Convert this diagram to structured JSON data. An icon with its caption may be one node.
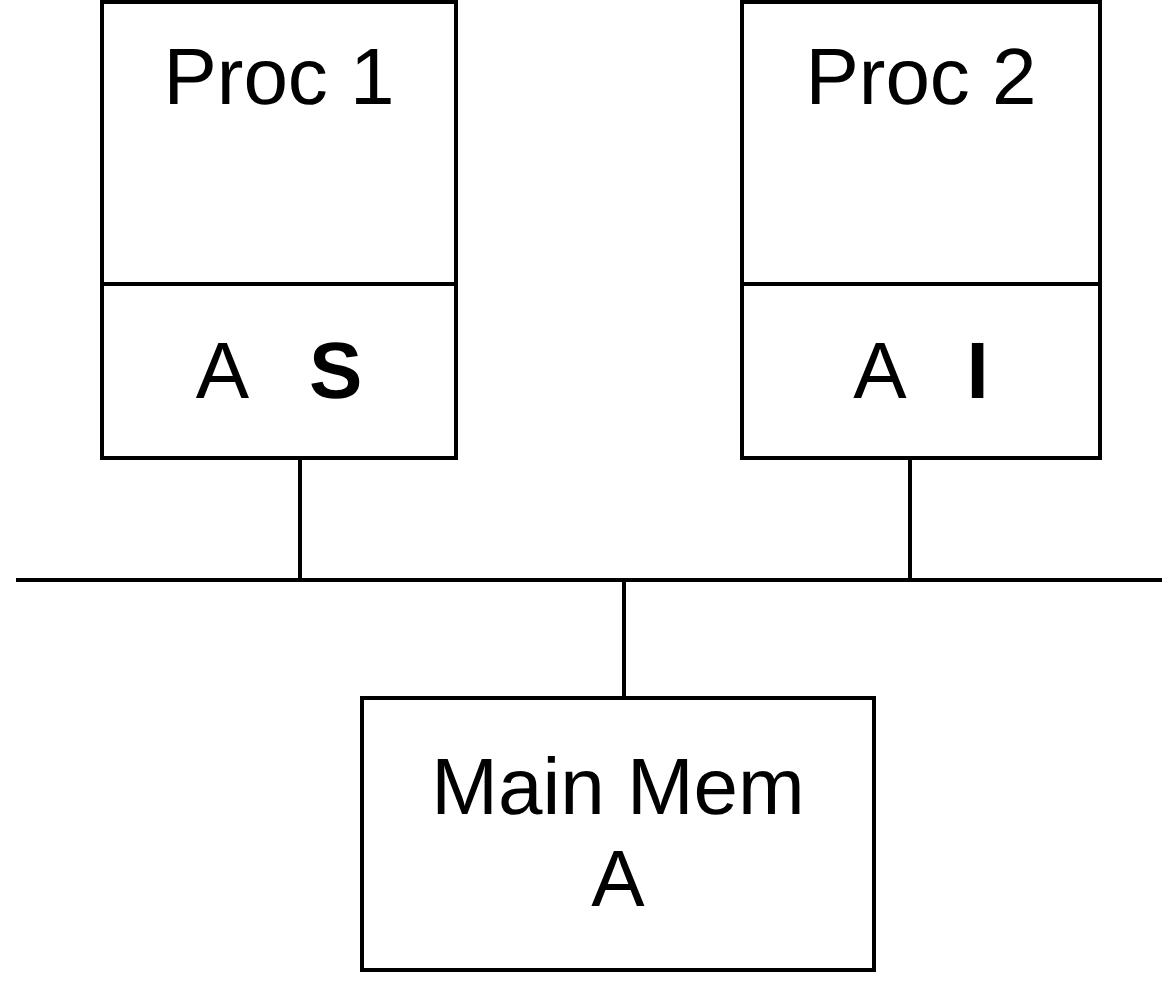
{
  "diagram": {
    "nodes": [
      {
        "text": [
          "Proc 1"
        ]
      },
      {
        "text": [
          "A",
          "S"
        ]
      },
      {
        "text": [
          "Proc 2"
        ]
      },
      {
        "text": [
          "A",
          "I"
        ]
      },
      {
        "text": [],
        "shape": "bar"
      },
      {
        "text": [
          "Main Mem",
          "A"
        ]
      }
    ],
    "edges": [
      {
        "from": 1,
        "to": 4,
        "arrow": "none"
      },
      {
        "from": 3,
        "to": 4,
        "arrow": "none"
      },
      {
        "from": 4,
        "to": 5,
        "arrow": "none"
      }
    ]
  }
}
